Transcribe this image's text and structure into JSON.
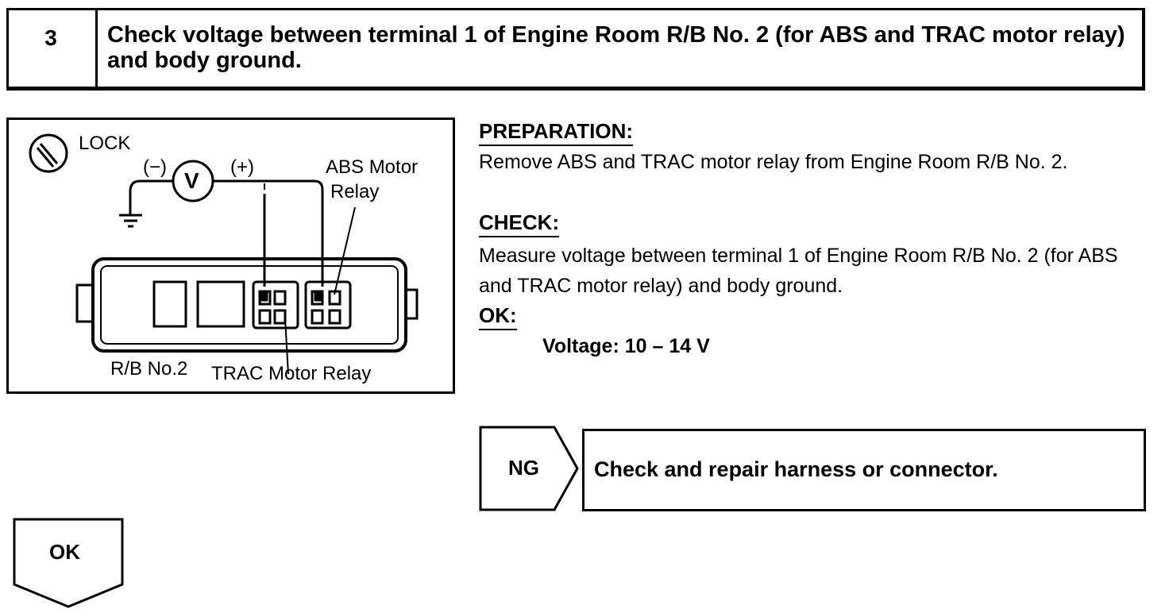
{
  "step": {
    "number": "3",
    "title": "Check voltage between terminal 1 of Engine Room R/B No. 2 (for ABS and TRAC motor relay) and body ground."
  },
  "diagram": {
    "lock_label": "LOCK",
    "minus_label": "(−)",
    "meter_label": "V",
    "plus_label": "(+)",
    "abs_relay_label_1": "ABS Motor",
    "abs_relay_label_2": "Relay",
    "rb_label": "R/B No.2",
    "trac_relay_label": "TRAC Motor Relay"
  },
  "instructions": {
    "preparation_heading": "PREPARATION:",
    "preparation_text": "Remove ABS and TRAC motor relay from Engine Room R/B No. 2.",
    "check_heading": "CHECK:",
    "check_text": "Measure voltage between terminal 1 of Engine Room R/B No. 2 (for ABS and TRAC motor relay) and body ground.",
    "ok_heading": "OK:",
    "ok_value": "Voltage: 10 – 14 V"
  },
  "result_ng": {
    "label": "NG",
    "action": "Check and repair harness or connector."
  },
  "result_ok": {
    "label": "OK"
  }
}
